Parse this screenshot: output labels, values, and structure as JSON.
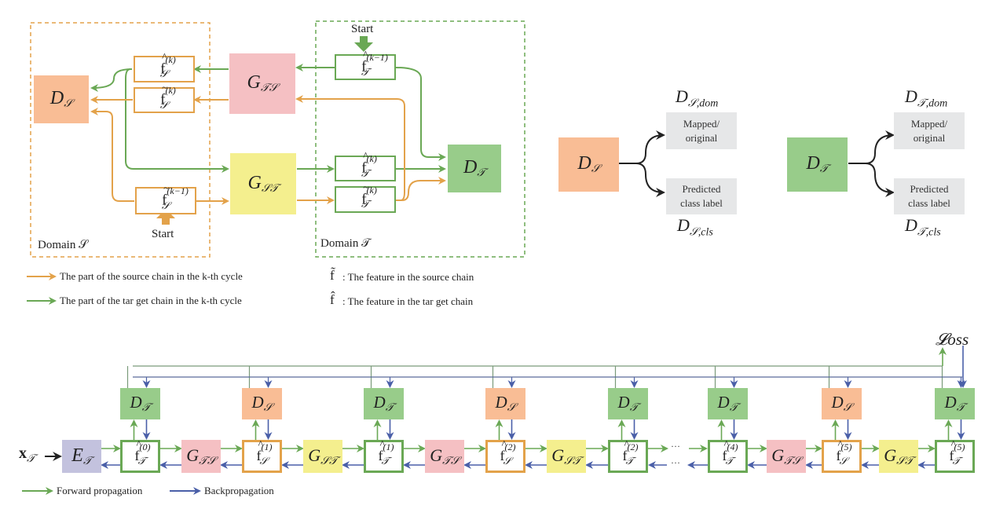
{
  "colors": {
    "source_orange": "#e3a24a",
    "target_green": "#6aa855",
    "backprop_blue": "#4a5fa8",
    "ds_fill": "#f9bd95",
    "dt_fill": "#98cc8a",
    "gts_fill": "#f5c0c3",
    "gst_fill": "#f4ef8e",
    "et_fill": "#c3c2de",
    "gray_fill": "#e6e7e8"
  },
  "top_left": {
    "domain_s_label": "Domain 𝒮",
    "domain_t_label": "Domain 𝒯",
    "start_source": "Start",
    "start_target": "Start",
    "ds": {
      "main": "D",
      "sub": "𝒮"
    },
    "dt": {
      "main": "D",
      "sub": "𝒯"
    },
    "gts": {
      "main": "G",
      "sub": "𝒯𝒮"
    },
    "gst": {
      "main": "G",
      "sub": "𝒮𝒯"
    },
    "features": {
      "fs_hat_k": {
        "accent": "^",
        "sup": "(k)",
        "sub": "𝒮"
      },
      "fs_tilde_k": {
        "accent": "~",
        "sup": "(k)",
        "sub": "𝒮"
      },
      "fs_tilde_km1": {
        "accent": "~",
        "sup": "(k−1)",
        "sub": "𝒮"
      },
      "ft_hat_km1": {
        "accent": "^",
        "sup": "(k−1)",
        "sub": "𝒯"
      },
      "ft_hat_k": {
        "accent": "^",
        "sup": "(k)",
        "sub": "𝒯"
      },
      "ft_tilde_k": {
        "accent": "~",
        "sup": "(k)",
        "sub": "𝒯"
      }
    },
    "legend": {
      "source_chain": "The part of the source chain in the  k-th cycle",
      "target_chain": "The part of the tar get chain in the k-th cycle",
      "tilde_def": ": The feature in the source chain",
      "hat_def": ": The feature in the tar get chain",
      "tilde_glyph": "f̃",
      "hat_glyph": "f̂"
    }
  },
  "top_right": {
    "ds_panel": {
      "box": {
        "main": "D",
        "sub": "𝒮"
      },
      "dom_label": {
        "main": "D",
        "sub": "𝒮,dom"
      },
      "cls_label": {
        "main": "D",
        "sub": "𝒮,cls"
      },
      "dom_output": [
        "Mapped/",
        "original"
      ],
      "cls_output": [
        "Predicted",
        "class label"
      ]
    },
    "dt_panel": {
      "box": {
        "main": "D",
        "sub": "𝒯"
      },
      "dom_label": {
        "main": "D",
        "sub": "𝒯,dom"
      },
      "cls_label": {
        "main": "D",
        "sub": "𝒯,cls"
      },
      "dom_output": [
        "Mapped/",
        "original"
      ],
      "cls_output": [
        "Predicted",
        "class label"
      ]
    }
  },
  "bottom": {
    "input_label": {
      "main": "x",
      "sub": "𝒯"
    },
    "encoder": {
      "main": "E",
      "sub": "𝒯"
    },
    "loss_label": "𝓛oss",
    "ellipsis": "···",
    "chain": [
      {
        "type": "feature",
        "domain": "T",
        "sup": "(0)",
        "sub": "𝒯",
        "disc": {
          "main": "D",
          "sub": "𝒯"
        }
      },
      {
        "type": "gen",
        "main": "G",
        "sub": "𝒯𝒮"
      },
      {
        "type": "feature",
        "domain": "S",
        "sup": "(1)",
        "sub": "𝒮",
        "disc": {
          "main": "D",
          "sub": "𝒮"
        }
      },
      {
        "type": "gen",
        "main": "G",
        "sub": "𝒮𝒯"
      },
      {
        "type": "feature",
        "domain": "T",
        "sup": "(1)",
        "sub": "𝒯",
        "disc": {
          "main": "D",
          "sub": "𝒯"
        }
      },
      {
        "type": "gen",
        "main": "G",
        "sub": "𝒯𝒮"
      },
      {
        "type": "feature",
        "domain": "S",
        "sup": "(2)",
        "sub": "𝒮",
        "disc": {
          "main": "D",
          "sub": "𝒮"
        }
      },
      {
        "type": "gen",
        "main": "G",
        "sub": "𝒮𝒯"
      },
      {
        "type": "feature",
        "domain": "T",
        "sup": "(2)",
        "sub": "𝒯",
        "disc": {
          "main": "D",
          "sub": "𝒯"
        }
      },
      {
        "type": "feature",
        "domain": "T",
        "sup": "(4)",
        "sub": "𝒯",
        "disc": {
          "main": "D",
          "sub": "𝒯"
        }
      },
      {
        "type": "gen",
        "main": "G",
        "sub": "𝒯𝒮"
      },
      {
        "type": "feature",
        "domain": "S",
        "sup": "(5)",
        "sub": "𝒮",
        "disc": {
          "main": "D",
          "sub": "𝒮"
        }
      },
      {
        "type": "gen",
        "main": "G",
        "sub": "𝒮𝒯"
      },
      {
        "type": "feature",
        "domain": "T",
        "sup": "(5)",
        "sub": "𝒯",
        "disc": {
          "main": "D",
          "sub": "𝒯"
        }
      }
    ],
    "legend": {
      "forward": "Forward propagation",
      "backward": "Backpropagation"
    }
  }
}
